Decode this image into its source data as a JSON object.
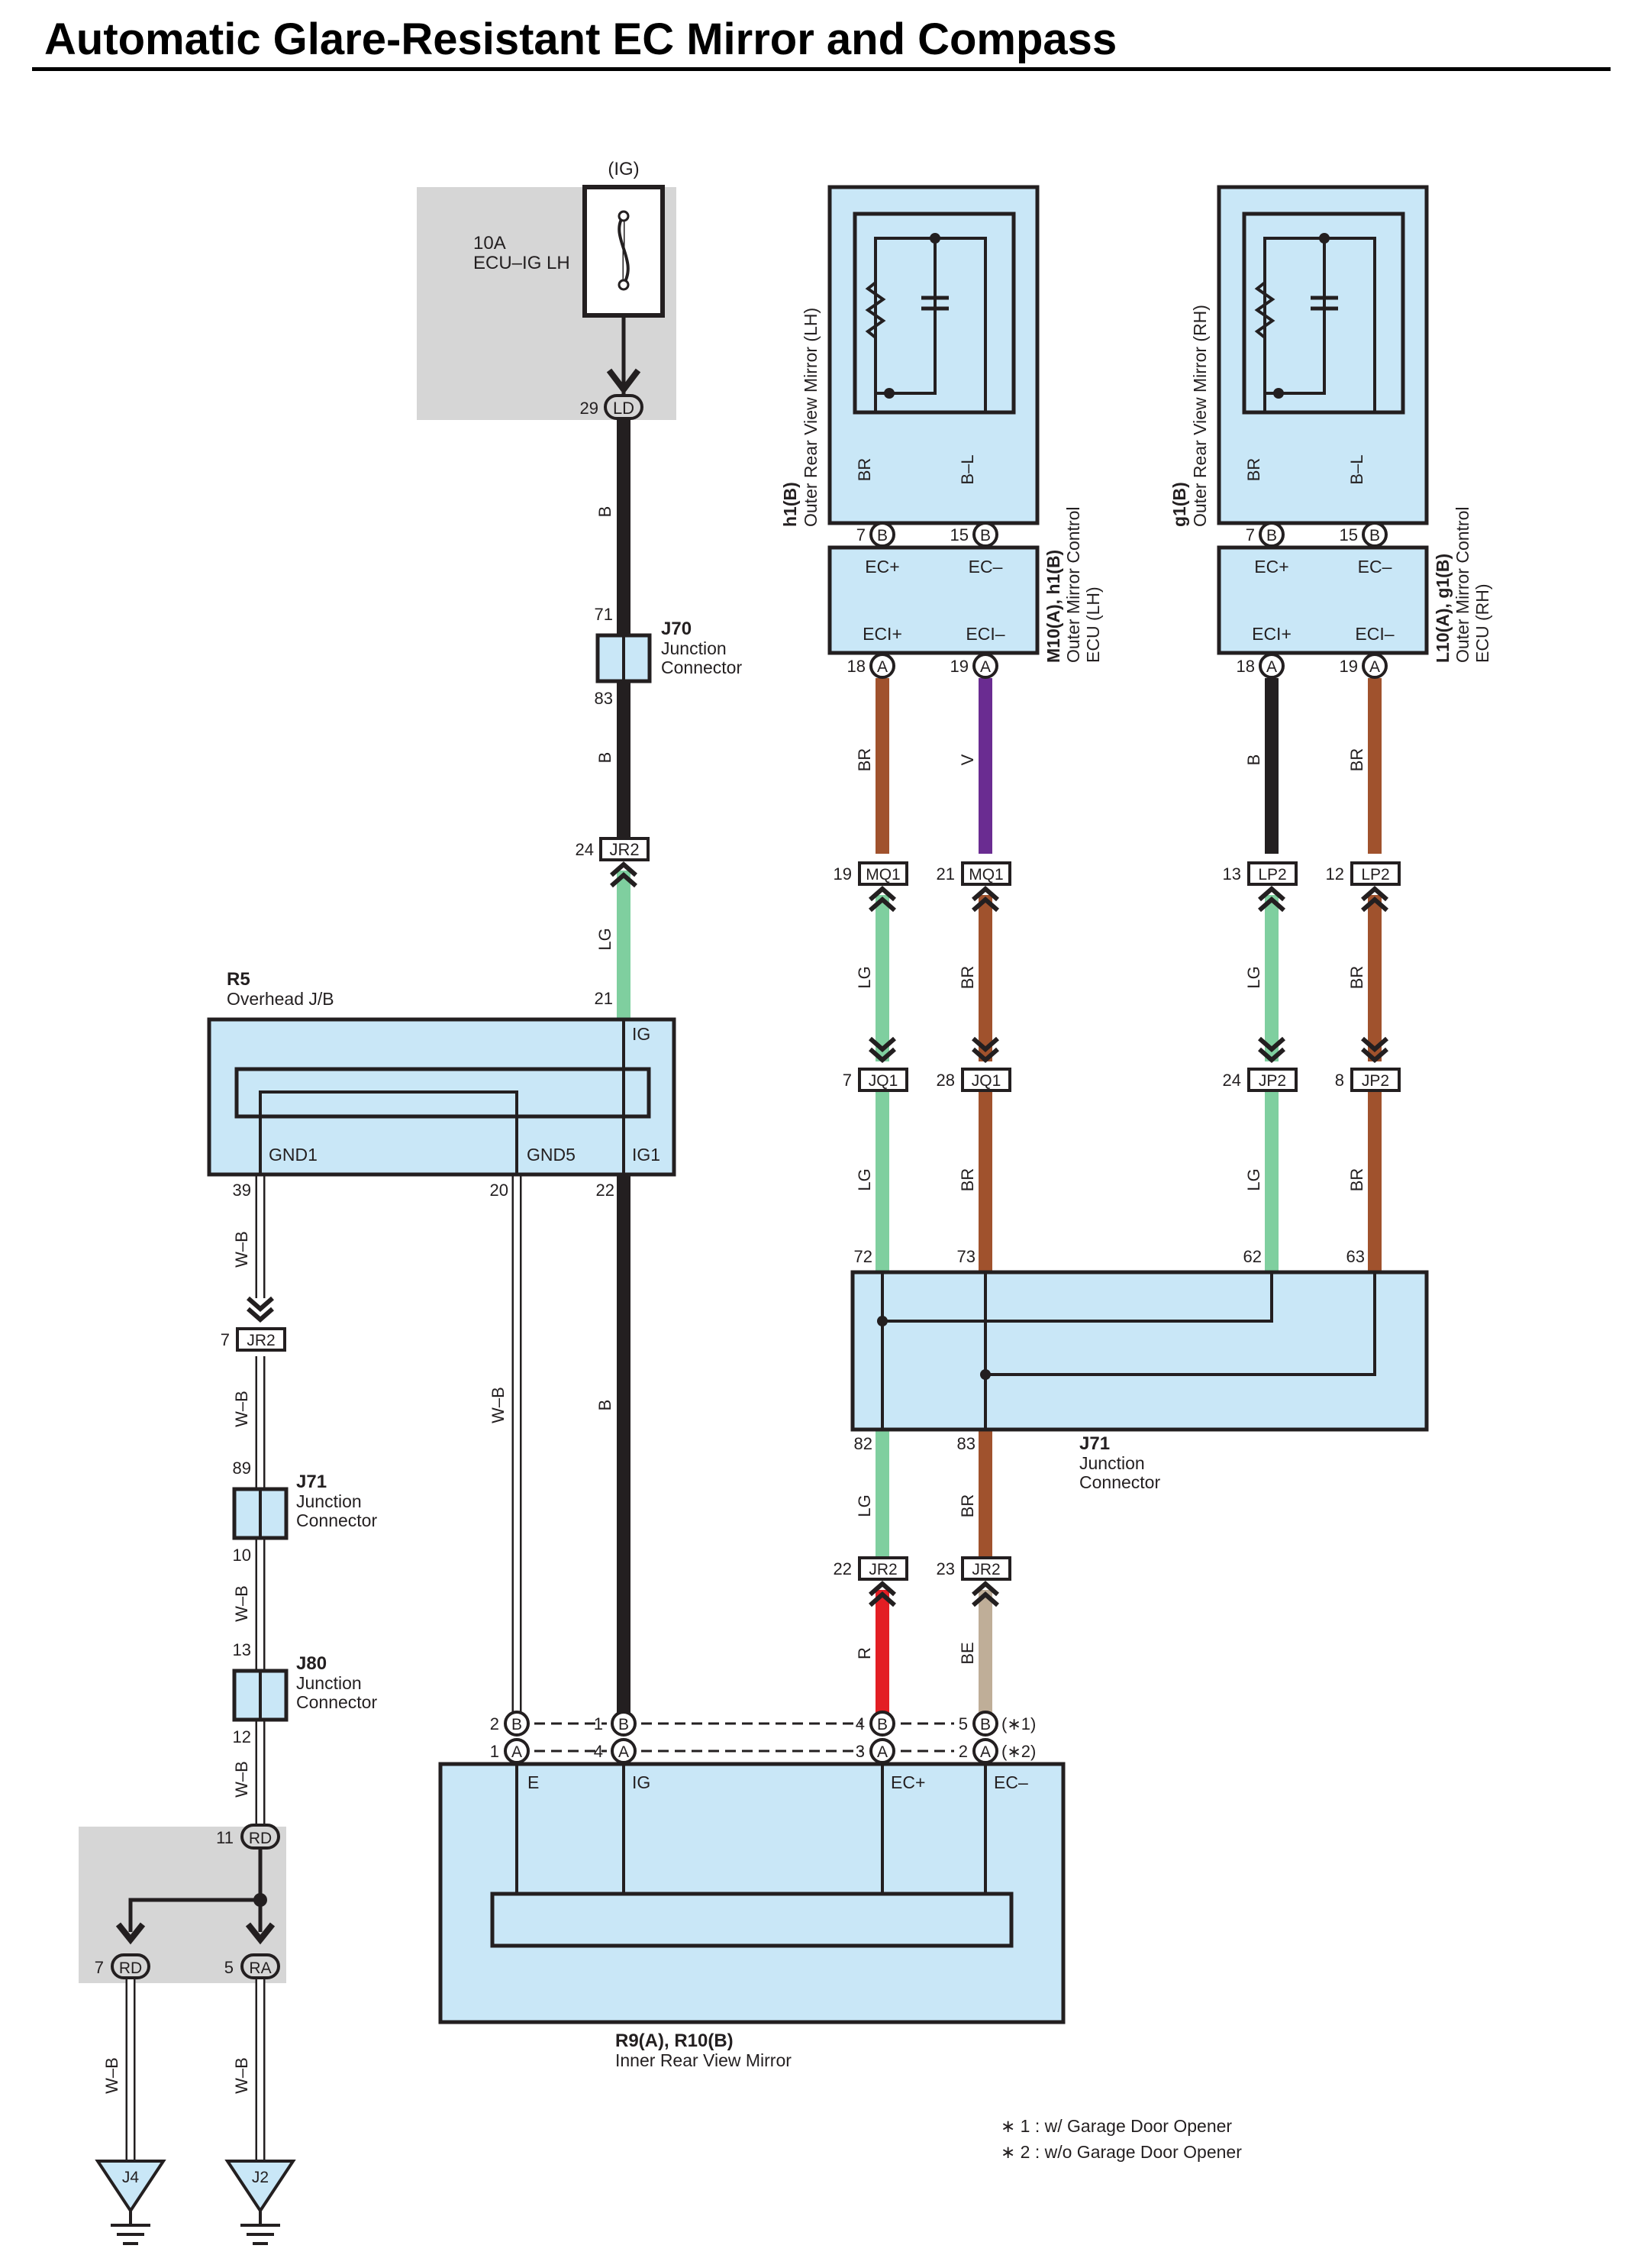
{
  "title": "Automatic Glare-Resistant EC Mirror and Compass",
  "colors": {
    "component_fill": "#c9e7f7",
    "shaded_area": "#d6d6d6",
    "wire_B": "#231f20",
    "wire_BR": "#a0522d",
    "wire_LG": "#7fcf9f",
    "wire_V": "#6a2c91",
    "wire_R": "#e31e24",
    "wire_BE": "#bfae98",
    "wire_BL": "#3fb0e0",
    "wire_WB": "#ffffff"
  },
  "fuse": {
    "supply": "(IG)",
    "rating": "10A",
    "name": "ECU–IG LH",
    "pin": "29",
    "connector": "LD"
  },
  "wire_labels": {
    "B": "B",
    "LG": "LG",
    "BR": "BR",
    "V": "V",
    "R": "R",
    "BE": "BE",
    "WB": "W–B",
    "BL": "B–L"
  },
  "j70": {
    "id": "J70",
    "line1": "Junction",
    "line2": "Connector",
    "pin_in": "71",
    "pin_out": "83"
  },
  "jr2_ig": {
    "pin": "24",
    "connector": "JR2"
  },
  "r5": {
    "id": "R5",
    "name": "Overhead J/B",
    "pin_in": "21",
    "term_ig": "IG",
    "term_gnd1": "GND1",
    "term_gnd5": "GND5",
    "term_ig1": "IG1",
    "pin_gnd1": "39",
    "pin_gnd5": "20",
    "pin_ig1": "22"
  },
  "mirror_lh": {
    "id": "h1(B)",
    "line1": "Outer Rear View Mirror (LH)",
    "pin_plus": "7",
    "pin_minus": "15",
    "conn": "B"
  },
  "mirror_rh": {
    "id": "g1(B)",
    "line1": "Outer Rear View Mirror (RH)",
    "pin_plus": "7",
    "pin_minus": "15",
    "conn": "B"
  },
  "ecu_lh": {
    "id": "M10(A), h1(B)",
    "line1": "Outer Mirror Control",
    "line2": "ECU (LH)",
    "term_ecp": "EC+",
    "term_ecm": "EC–",
    "term_ecip": "ECI+",
    "term_ecim": "ECI–",
    "pin_ecip": "18",
    "pin_ecim": "19",
    "conn": "A"
  },
  "ecu_rh": {
    "id": "L10(A), g1(B)",
    "line1": "Outer Mirror Control",
    "line2": "ECU (RH)",
    "term_ecp": "EC+",
    "term_ecm": "EC–",
    "term_ecip": "ECI+",
    "term_ecim": "ECI–",
    "pin_ecip": "18",
    "pin_ecim": "19",
    "conn": "A"
  },
  "conn_mq1": [
    {
      "pin": "19",
      "connector": "MQ1"
    },
    {
      "pin": "21",
      "connector": "MQ1"
    }
  ],
  "conn_lp2": [
    {
      "pin": "13",
      "connector": "LP2"
    },
    {
      "pin": "12",
      "connector": "LP2"
    }
  ],
  "conn_jq1": [
    {
      "pin": "7",
      "connector": "JQ1"
    },
    {
      "pin": "28",
      "connector": "JQ1"
    }
  ],
  "conn_jp2": [
    {
      "pin": "24",
      "connector": "JP2"
    },
    {
      "pin": "8",
      "connector": "JP2"
    }
  ],
  "j71_right": {
    "id": "J71",
    "line1": "Junction",
    "line2": "Connector",
    "pins_top": [
      "72",
      "73",
      "62",
      "63"
    ],
    "pins_bottom": [
      "82",
      "83"
    ]
  },
  "conn_jr2_right": [
    {
      "pin": "22",
      "connector": "JR2"
    },
    {
      "pin": "23",
      "connector": "JR2"
    }
  ],
  "ground_path": {
    "jr2": {
      "pin": "7",
      "connector": "JR2"
    },
    "j71": {
      "id": "J71",
      "line1": "Junction",
      "line2": "Connector",
      "pin_in": "89",
      "pin_out": "10"
    },
    "j80": {
      "id": "J80",
      "line1": "Junction",
      "line2": "Connector",
      "pin_in": "13",
      "pin_out": "12"
    },
    "rd_in": {
      "pin": "11",
      "connector": "RD"
    },
    "rd_out": {
      "pin": "7",
      "connector": "RD"
    },
    "ra_out": {
      "pin": "5",
      "connector": "RA"
    },
    "grounds": [
      "J4",
      "J2"
    ]
  },
  "inner_mirror": {
    "id": "R9(A), R10(B)",
    "name": "Inner Rear View Mirror",
    "term_e": "E",
    "term_ig": "IG",
    "term_ecp": "EC+",
    "term_ecm": "EC–",
    "row_b": [
      {
        "pin": "2",
        "c": "B"
      },
      {
        "pin": "1",
        "c": "B"
      },
      {
        "pin": "4",
        "c": "B"
      },
      {
        "pin": "5",
        "c": "B"
      }
    ],
    "row_a": [
      {
        "pin": "1",
        "c": "A"
      },
      {
        "pin": "4",
        "c": "A"
      },
      {
        "pin": "3",
        "c": "A"
      },
      {
        "pin": "2",
        "c": "A"
      }
    ],
    "note_b": "(∗1)",
    "note_a": "(∗2)"
  },
  "notes": [
    "∗ 1 : w/ Garage Door Opener",
    "∗ 2 : w/o Garage Door Opener"
  ]
}
